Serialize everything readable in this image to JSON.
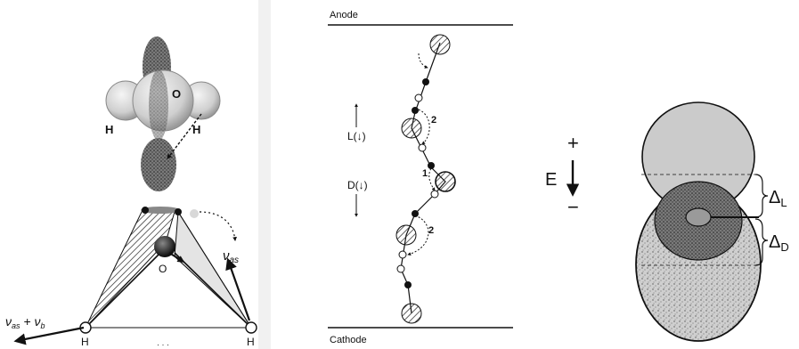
{
  "panel_a": {
    "top_molecule": {
      "oxygen_label": "O",
      "hydrogen_left_label": "H",
      "hydrogen_right_label": "H"
    },
    "bottom_molecule": {
      "oxygen_label": "O",
      "hydrogen_left_label": "H",
      "hydrogen_right_label": "H",
      "mode_as": "ν",
      "mode_as_sub": "as",
      "mode_combo": "ν",
      "mode_combo_sub": "as",
      "mode_combo_plus": " + ν",
      "mode_combo_sub2": "b",
      "ellipsis": "· · ·"
    }
  },
  "panel_b": {
    "anode_label": "Anode",
    "cathode_label": "Cathode",
    "l_defect_label": "L(↓)",
    "d_defect_label": "D(↓)",
    "step_1": "1",
    "step_2_top": "2",
    "step_2_bottom": "2"
  },
  "panel_c": {
    "plus_sign": "+",
    "minus_sign": "−",
    "field_label": "E",
    "delta_l": "Δ",
    "delta_l_sub": "L",
    "delta_d": "Δ",
    "delta_d_sub": "D"
  },
  "colors": {
    "ink": "#111111",
    "grey_light": "#c9c9c9",
    "grey_mid": "#9a9a9a",
    "speckle": "#b8b8b8"
  }
}
